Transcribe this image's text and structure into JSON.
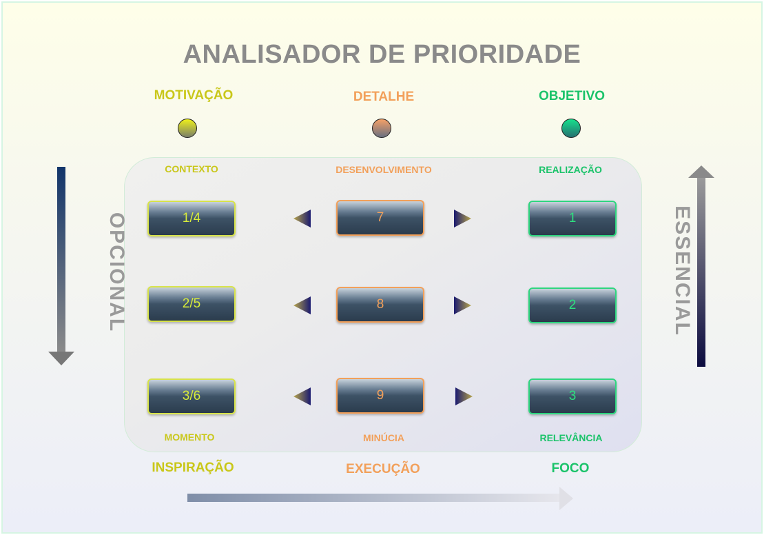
{
  "title": "ANALISADOR DE PRIORIDADE",
  "columns": [
    {
      "heading": "MOTIVAÇÃO",
      "top_label": "CONTEXTO",
      "bottom_label": "MOMENTO",
      "footer": "INSPIRAÇÃO",
      "color": "#c9c71a",
      "buttons": [
        "1/4",
        "2/5",
        "3/6"
      ]
    },
    {
      "heading": "DETALHE",
      "top_label": "DESENVOLVIMENTO",
      "bottom_label": "MINÚCIA",
      "footer": "EXECUÇÃO",
      "color": "#f2a05a",
      "buttons": [
        "7",
        "8",
        "9"
      ]
    },
    {
      "heading": "OBJETIVO",
      "top_label": "REALIZAÇÃO",
      "bottom_label": "RELEVÂNCIA",
      "footer": "FOCO",
      "color": "#1bc36a",
      "buttons": [
        "1",
        "2",
        "3"
      ]
    }
  ],
  "side_left": "OPCIONAL",
  "side_right": "ESSENCIAL"
}
